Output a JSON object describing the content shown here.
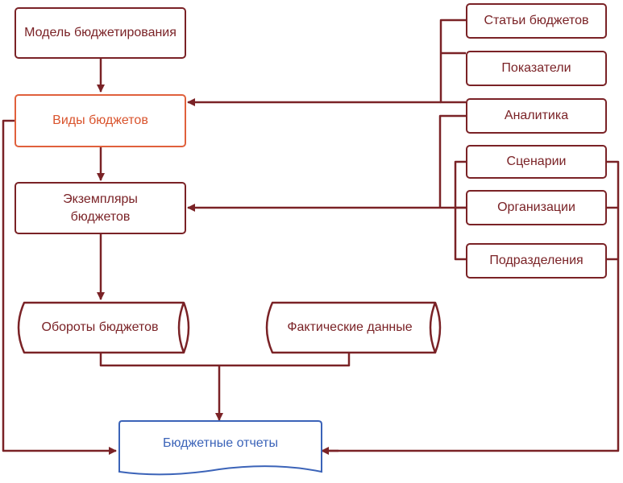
{
  "diagram": {
    "colors": {
      "line": "#7a2226",
      "highlight": "#e0603c",
      "report": "#3b63b8"
    },
    "nodes": {
      "model": "Модель бюджетирования",
      "budget_types": "Виды бюджетов",
      "budget_instances": "Экземпляры бюджетов",
      "budget_turnover": "Обороты бюджетов",
      "actual_data": "Фактические данные",
      "budget_reports": "Бюджетные отчеты",
      "budget_items": "Статьи бюджетов",
      "indicators": "Показатели",
      "analytics": "Аналитика",
      "scenarios": "Сценарии",
      "organizations": "Организации",
      "departments": "Подразделения"
    }
  }
}
